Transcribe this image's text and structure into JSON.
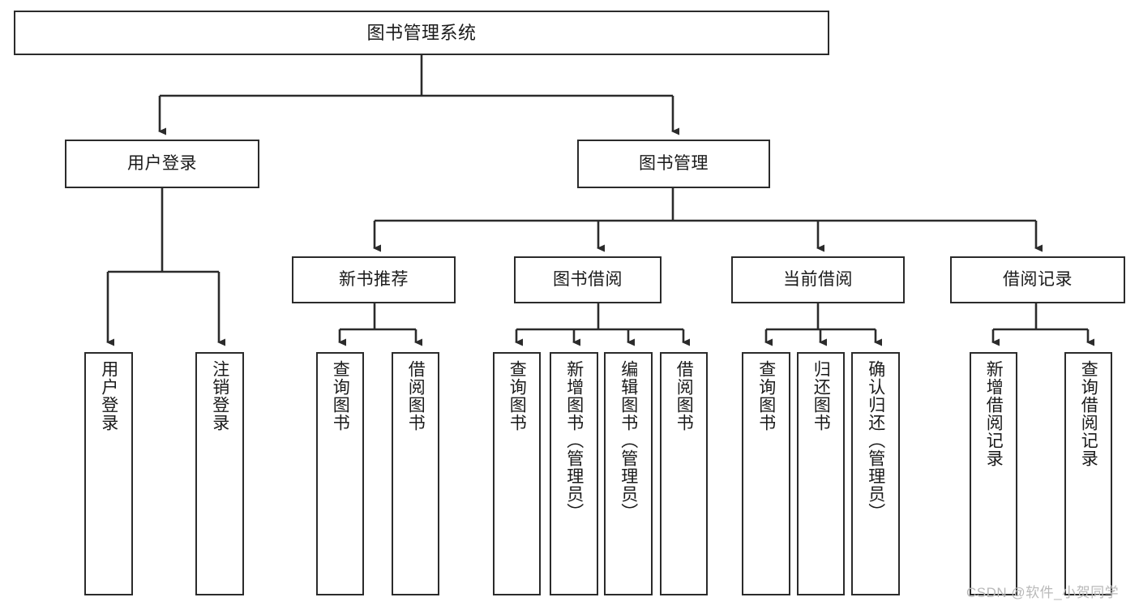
{
  "diagram": {
    "title": "图书管理系统",
    "type": "tree",
    "orientation": "top-down",
    "colors": {
      "box_border": "#2b2b2b",
      "box_fill": "#ffffff",
      "connector": "#2b2b2b",
      "background": "#ffffff",
      "watermark": "#b9b9b9"
    },
    "root": {
      "label": "图书管理系统"
    },
    "level2": [
      {
        "label": "用户登录"
      },
      {
        "label": "图书管理"
      }
    ],
    "level3": [
      {
        "label": "新书推荐"
      },
      {
        "label": "图书借阅"
      },
      {
        "label": "当前借阅"
      },
      {
        "label": "借阅记录"
      }
    ],
    "leaves": {
      "user_login": [
        {
          "label": "用户登录"
        },
        {
          "label": "注销登录"
        }
      ],
      "new_book_recommend": [
        {
          "label": "查询图书"
        },
        {
          "label": "借阅图书"
        }
      ],
      "book_borrow": [
        {
          "label": "查询图书"
        },
        {
          "label": "新增图书（管理员）"
        },
        {
          "label": "编辑图书（管理员）"
        },
        {
          "label": "借阅图书"
        }
      ],
      "current_borrow": [
        {
          "label": "查询图书"
        },
        {
          "label": "归还图书"
        },
        {
          "label": "确认归还（管理员）"
        }
      ],
      "borrow_record": [
        {
          "label": "新增借阅记录"
        },
        {
          "label": "查询借阅记录"
        }
      ]
    }
  },
  "watermark": {
    "text": "CSDN @软件_小贺同学"
  }
}
